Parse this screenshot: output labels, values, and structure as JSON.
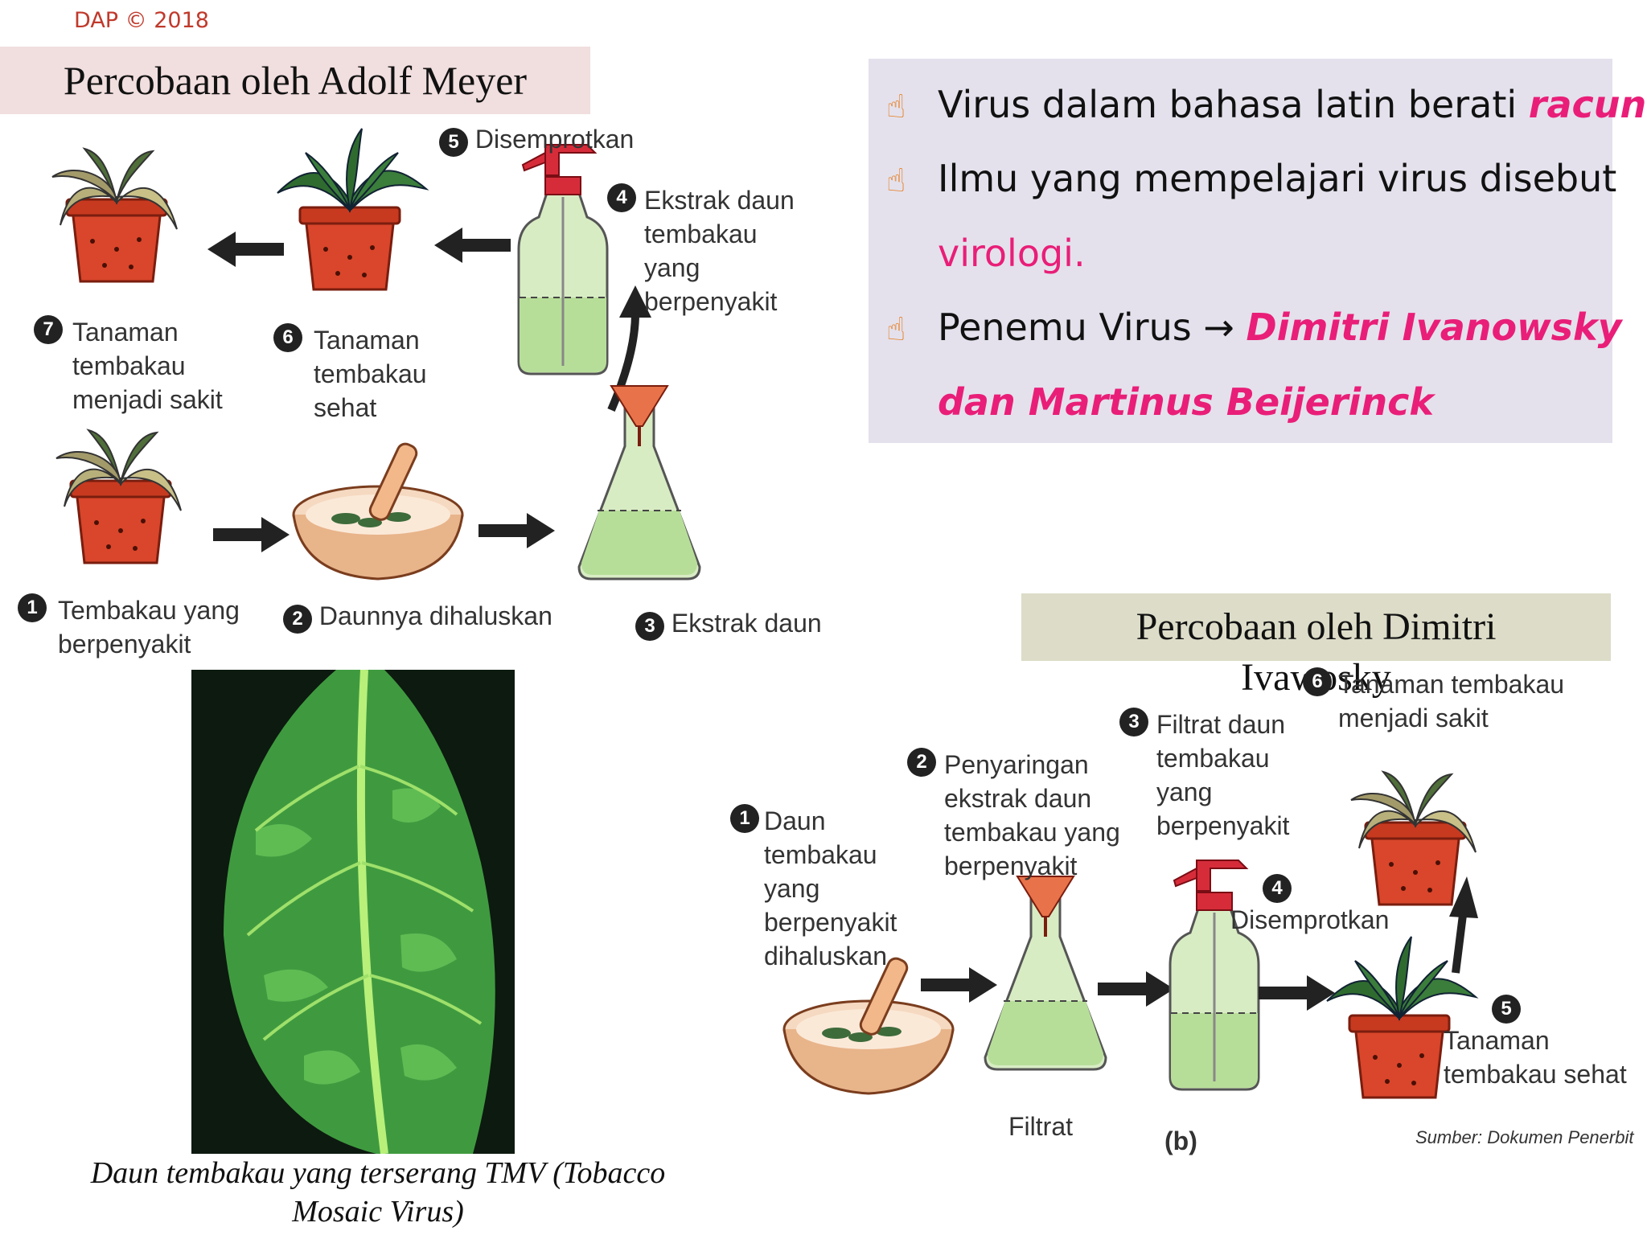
{
  "copyright": "DAP © 2018",
  "meyer": {
    "title": "Percobaan oleh Adolf Meyer",
    "steps": [
      {
        "num": "1",
        "label": "Tembakau yang berpenyakit"
      },
      {
        "num": "2",
        "label": "Daunnya dihaluskan"
      },
      {
        "num": "3",
        "label": "Ekstrak daun"
      },
      {
        "num": "4",
        "label": "Ekstrak daun tembakau yang berpenyakit"
      },
      {
        "num": "5",
        "label": "Disemprotkan"
      },
      {
        "num": "6",
        "label": "Tanaman tembakau sehat"
      },
      {
        "num": "7",
        "label": "Tanaman tembakau menjadi sakit"
      }
    ]
  },
  "info": {
    "line1_text": "Virus dalam bahasa latin berati ",
    "line1_em": "racun.",
    "line2_text": "Ilmu yang mempelajari virus disebut",
    "line2_em": "virologi.",
    "line3_text": "Penemu Virus ",
    "line3_arrow": "→",
    "line3_em": "Dimitri Ivanowsky",
    "line4_em": "dan Martinus Beijerinck"
  },
  "dimitri": {
    "title_line1": "Percobaan oleh Dimitri",
    "title_line2": "Ivawosky",
    "steps": [
      {
        "num": "1",
        "label": "Daun tembakau yang berpenyakit dihaluskan"
      },
      {
        "num": "2",
        "label": "Penyaringan ekstrak daun tembakau yang berpenyakit"
      },
      {
        "num": "3",
        "label": "Filtrat daun tembakau yang berpenyakit"
      },
      {
        "num": "4",
        "label": "Disemprotkan"
      },
      {
        "num": "5",
        "label": "Tanaman tembakau sehat"
      },
      {
        "num": "6",
        "label": "Tanaman tembakau menjadi sakit"
      }
    ],
    "filtrat": "Filtrat",
    "figure_letter": "(b)",
    "source": "Sumber: Dokumen Penerbit"
  },
  "caption": "Daun tembakau yang terserang TMV (Tobacco Mosaic Virus)"
}
